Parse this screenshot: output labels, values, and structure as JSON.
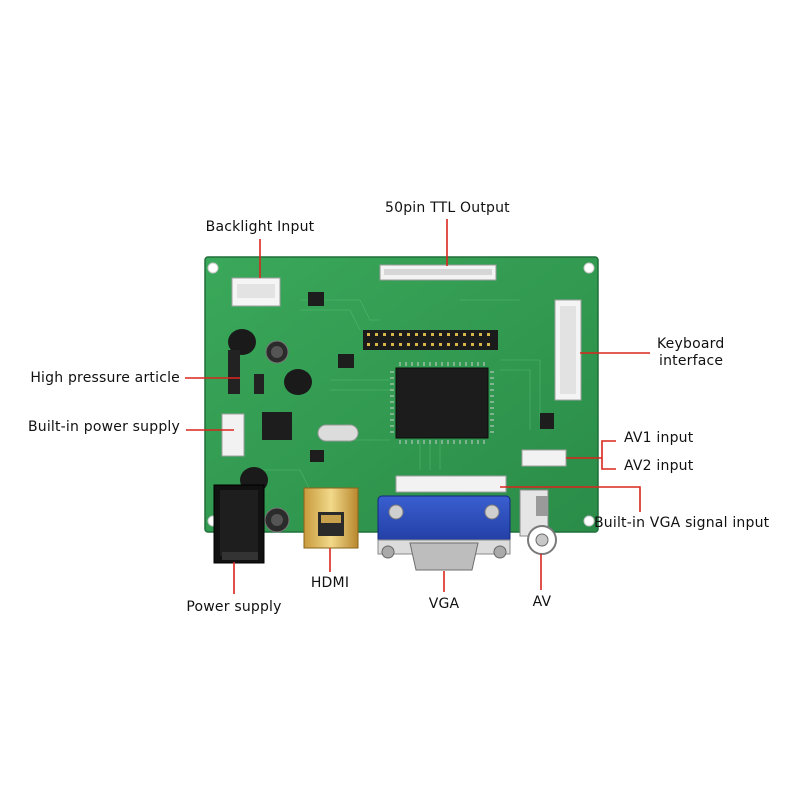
{
  "labels": {
    "backlight_input": "Backlight Input",
    "ttl_output": "50pin TTL Output",
    "keyboard_interface_line1": "Keyboard",
    "keyboard_interface_line2": "interface",
    "high_pressure_article": "High pressure article",
    "builtin_power_supply": "Built-in power supply",
    "av1_input": "AV1 input",
    "av2_input": "AV2 input",
    "builtin_vga_signal_input": "Built-in VGA signal input",
    "power_supply": "Power supply",
    "hdmi": "HDMI",
    "vga": "VGA",
    "av": "AV"
  },
  "colors": {
    "pcb_green": "#2f9a4f",
    "leader_line": "#d9261c",
    "text": "#111111"
  }
}
